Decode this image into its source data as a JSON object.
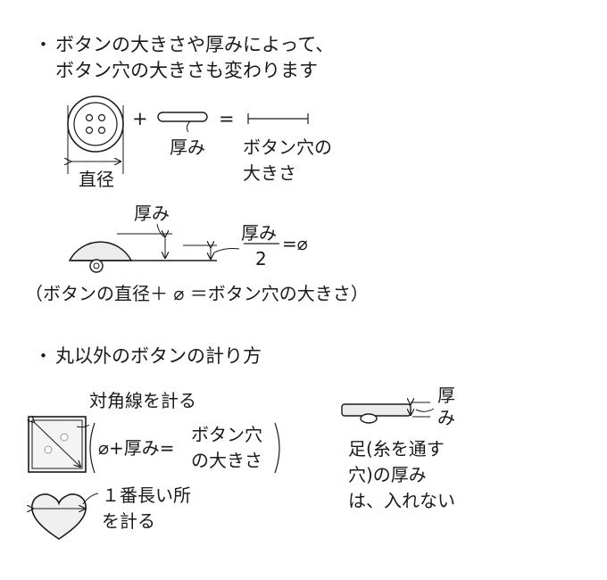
{
  "section1": {
    "bullet": "・",
    "line1": "ボタンの大きさや厚みによって、",
    "line2": "ボタン穴の大きさも変わります"
  },
  "equation1": {
    "plus": "+",
    "equals": "=",
    "diameter_label": "直径",
    "thickness_label": "厚み",
    "hole_label_line1": "ボタン穴の",
    "hole_label_line2": "大きさ"
  },
  "equation2": {
    "thickness_label": "厚み",
    "fraction_numerator": "厚み",
    "fraction_denominator": "2",
    "equals_phi": "=⌀",
    "formula": "（ボタンの直径＋ ⌀ ＝ボタン穴の大きさ）"
  },
  "section2": {
    "bullet": "・",
    "title": "丸以外のボタンの計り方"
  },
  "square_button": {
    "caption": "対角線を計る",
    "formula_left": "⌀+厚み=",
    "formula_right_line1": "ボタン穴",
    "formula_right_line2": "の大きさ"
  },
  "heart_button": {
    "caption_line1": "１番長い所",
    "caption_line2": "を計る"
  },
  "shank_button": {
    "thickness_line1": "厚",
    "thickness_line2": "み",
    "note_line1": "足(糸を通す",
    "note_line2": "穴)の厚み",
    "note_line3": "は、入れない"
  },
  "colors": {
    "line": "#1a1a1a",
    "fill_light": "#f2f2f2",
    "fill_mid": "#d9d9d9"
  }
}
